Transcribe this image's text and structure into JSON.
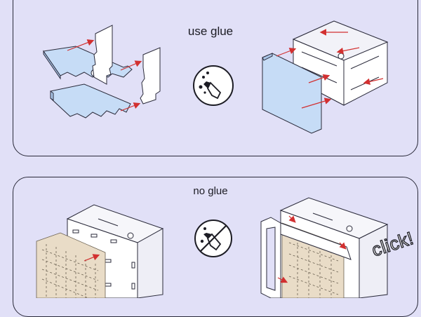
{
  "panels": {
    "top": {
      "caption": "use glue"
    },
    "bottom": {
      "caption": "no glue",
      "callout": "click!"
    }
  },
  "icons": {
    "top": "glue-bottle-icon",
    "bottom": "no-glue-icon"
  },
  "colors": {
    "background": "#e1e0f7",
    "plate": "#c6dcf6",
    "grid": "#e9dcc7",
    "arrow": "#d23030",
    "outline": "#2a2a3a"
  }
}
